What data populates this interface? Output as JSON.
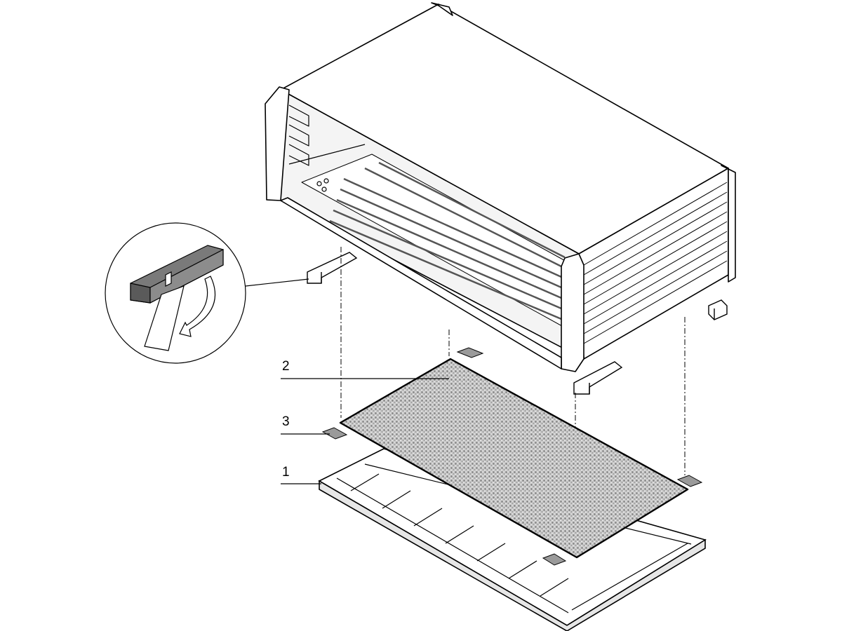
{
  "diagram": {
    "title": "",
    "callouts": [
      {
        "id": "1",
        "text": "1"
      },
      {
        "id": "2",
        "text": "2"
      },
      {
        "id": "3",
        "text": "3"
      }
    ],
    "colors": {
      "line": "#000000",
      "fill": "#ffffff",
      "shade": "#d9d9d9",
      "dark_shade": "#8c8c8c",
      "filter_mat": "#bcbcbc"
    },
    "icons": [
      "rotate-arrow-icon",
      "clip-detail-magnifier"
    ]
  }
}
